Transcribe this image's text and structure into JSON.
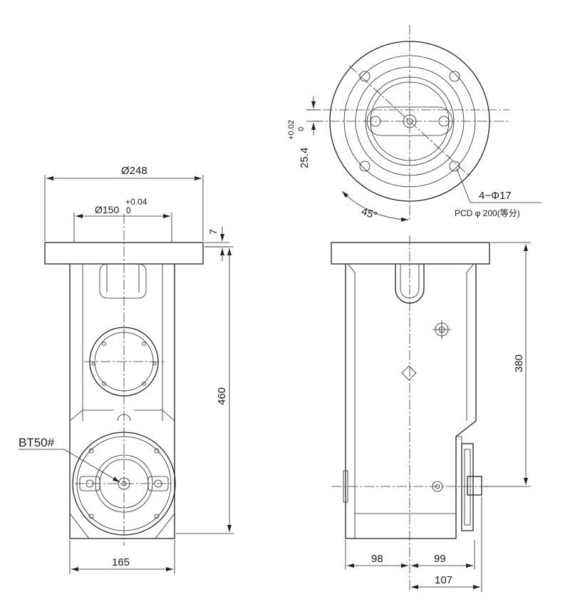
{
  "labels": {
    "flange_dia": "Ø248",
    "bore_dia": "Ø150",
    "bore_tol_upper": "+0.04",
    "bore_tol_lower": "0",
    "flange_thickness": "7",
    "height_total": "460",
    "width_base": "165",
    "spindle_taper": "BT50#",
    "key_offset": "25.4",
    "key_tol_upper": "+0.02",
    "key_tol_lower": "0",
    "angle": "45°",
    "bolt_holes": "4−Φ17",
    "pcd": "PCD φ 200(等分)",
    "height_side": "380",
    "offset_left": "98",
    "offset_right": "99",
    "offset_total": "107"
  }
}
